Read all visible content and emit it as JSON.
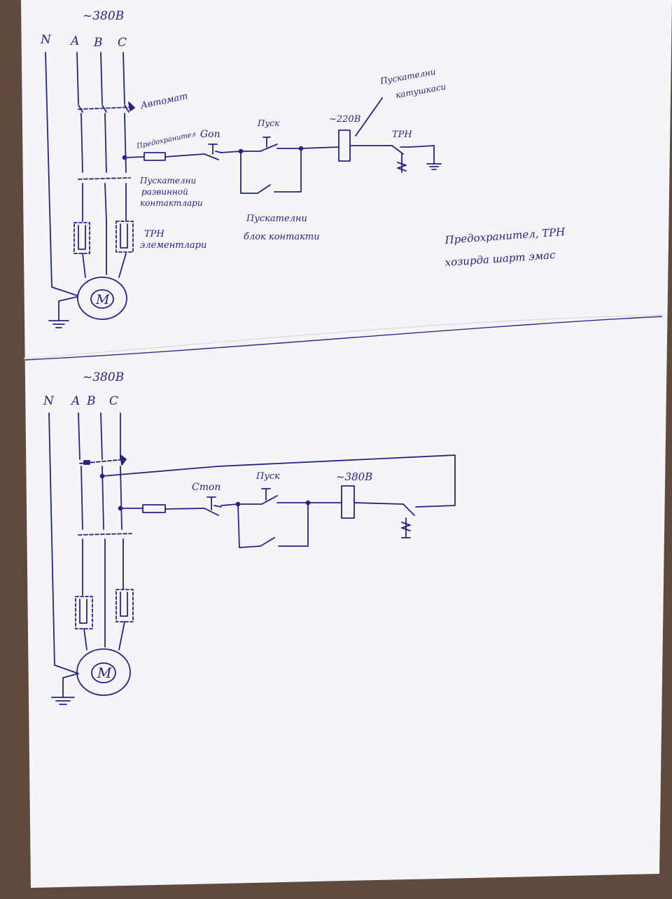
{
  "colors": {
    "ink": "#24238a",
    "paper": "#f5f5f7",
    "background": "#5e4a3e"
  },
  "top": {
    "voltage": "~380В",
    "phases": {
      "n": "N",
      "a": "A",
      "b": "B",
      "c": "C"
    },
    "breaker_label": "Автомат",
    "fuse_label": "Предохранител",
    "stop_label": "Gon",
    "start_label": "Пуск",
    "coil_voltage": "~220В",
    "coil_note_line1": "Пускателни",
    "coil_note_line2": "катушкаси",
    "overload_label": "ТРН",
    "contacts_label_line1": "Пускателни",
    "contacts_label_line2": "развинной",
    "contacts_label_line3": "контактлари",
    "trn_label_line1": "ТРН",
    "trn_label_line2": "элементлари",
    "aux_label_line1": "Пускателни",
    "aux_label_line2": "блок контакти",
    "motor_label": "M",
    "note_line1": "Предохранител, ТРН",
    "note_line2": "хозирда шарт эмас"
  },
  "bottom": {
    "voltage": "~380В",
    "phases": {
      "n": "N",
      "a": "A",
      "b": "B",
      "c": "C"
    },
    "stop_label": "Стоп",
    "start_label": "Пуск",
    "coil_voltage": "~380В",
    "motor_label": "M"
  }
}
